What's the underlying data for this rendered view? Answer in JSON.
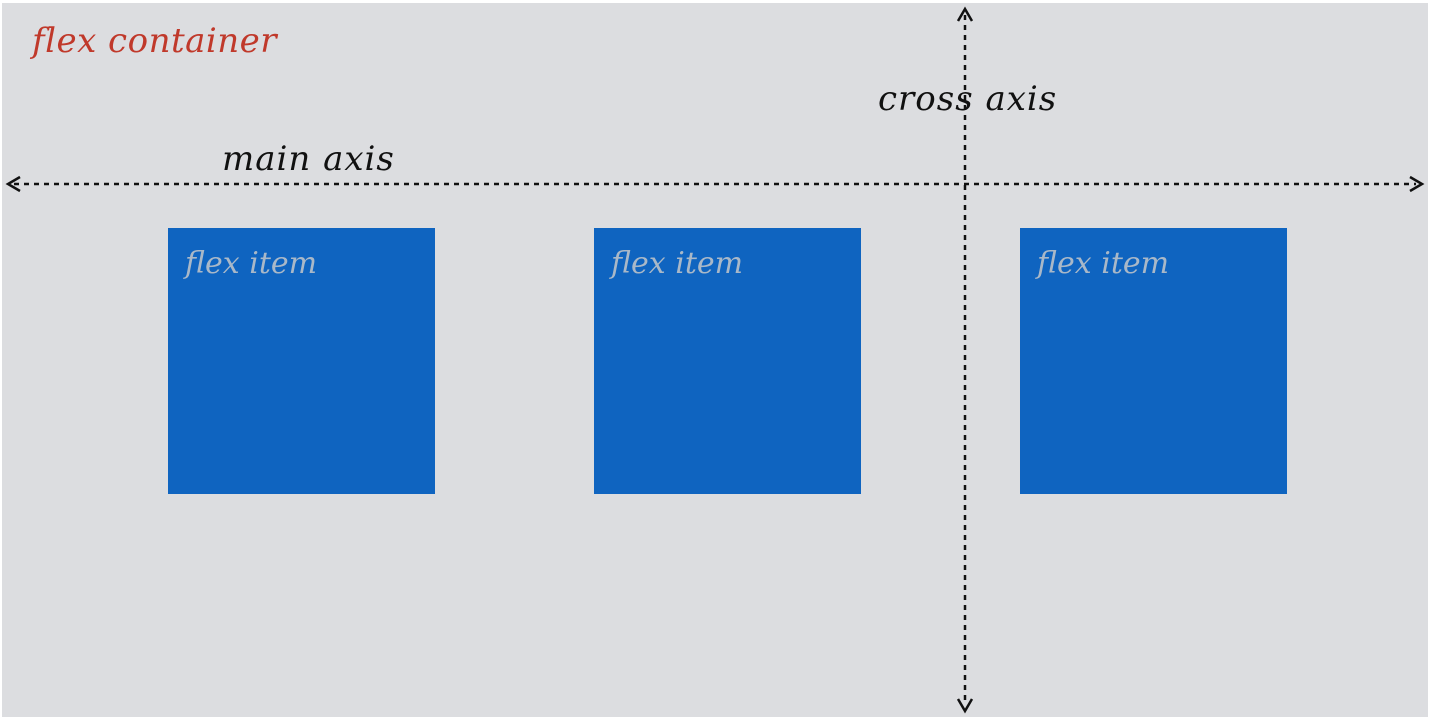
{
  "container": {
    "label": "flex container",
    "background": "#dcdde0",
    "label_color": "#c0392b"
  },
  "axes": {
    "main_label": "main axis",
    "cross_label": "cross axis",
    "color": "#111111",
    "style": "dashed"
  },
  "items": [
    {
      "label": "flex item"
    },
    {
      "label": "flex item"
    },
    {
      "label": "flex item"
    }
  ],
  "item_style": {
    "background": "#0f64c0",
    "label_color": "#a9b8c8"
  }
}
